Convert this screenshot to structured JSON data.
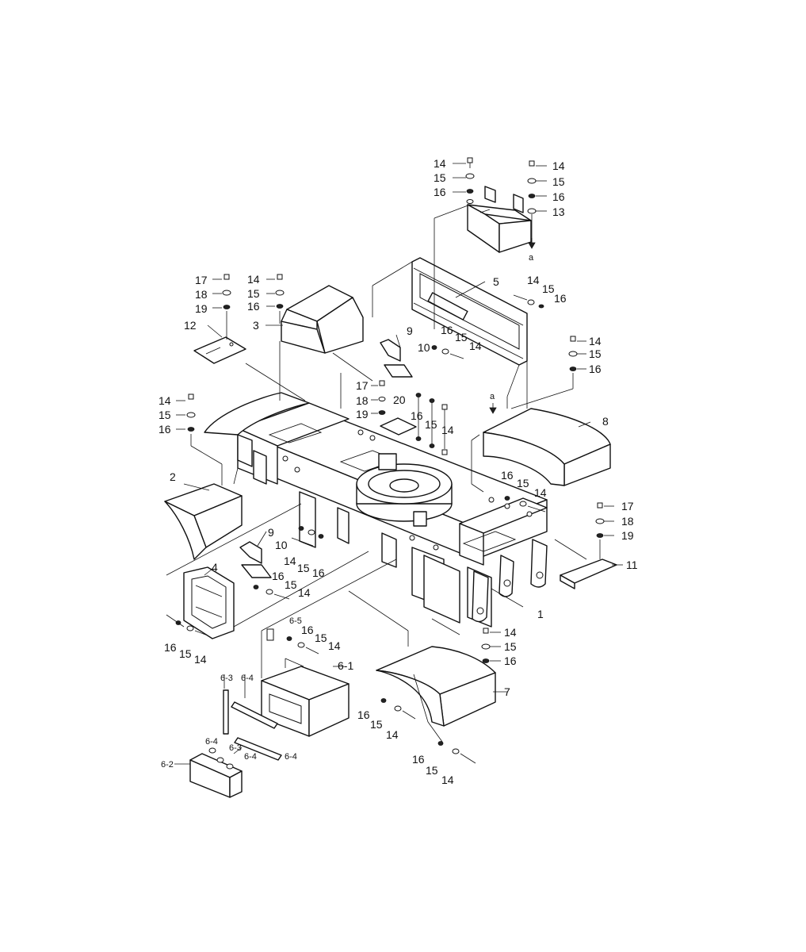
{
  "labels": {
    "part_1": "1",
    "part_2": "2",
    "part_3": "3",
    "part_4": "4",
    "part_5": "5",
    "part_6_1": "6-1",
    "part_6_2": "6-2",
    "part_6_3": "6-3",
    "part_6_4": "6-4",
    "part_6_5": "6-5",
    "part_7": "7",
    "part_8": "8",
    "part_9": "9",
    "part_10": "10",
    "part_11": "11",
    "part_12": "12",
    "part_13": "13",
    "bolt": "14",
    "washer": "15",
    "lockwasher": "16",
    "bolt_b": "17",
    "washer_b": "18",
    "lockwasher_b": "19",
    "part_20": "20",
    "ref_a": "a"
  }
}
